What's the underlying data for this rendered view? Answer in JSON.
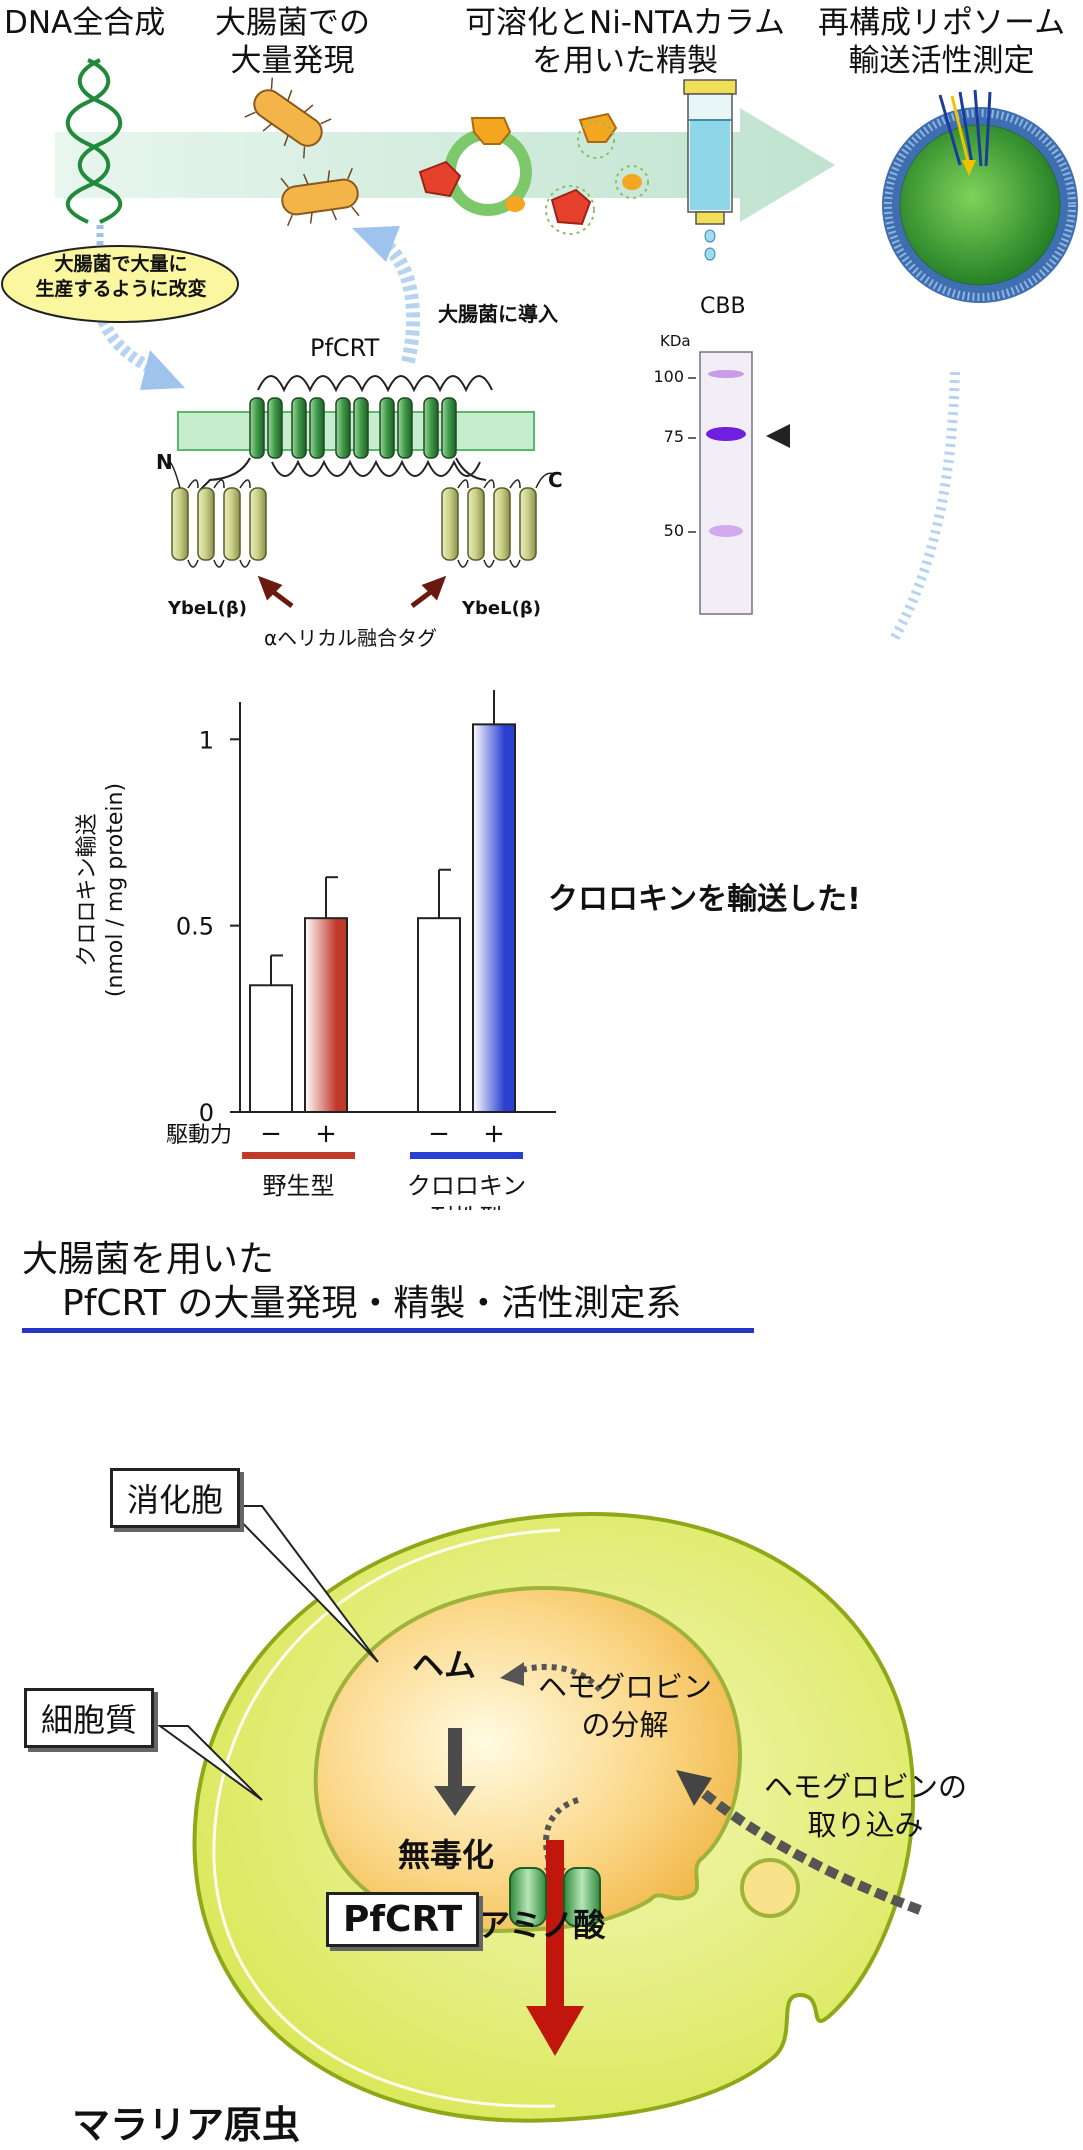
{
  "pipeline": {
    "steps": [
      "DNA全合成",
      "大腸菌での\n大量発現",
      "可溶化とNi-NTAカラム\nを用いた精製",
      "再構成リポソーム\n輸送活性測定"
    ],
    "modify_bubble": "大腸菌で大量に\n生産するように改変",
    "introduce_label": "大腸菌に導入",
    "protein_name": "PfCRT",
    "n_label": "N",
    "c_label": "C",
    "tag_left": "YbeL(β)",
    "tag_right": "YbeL(β)",
    "tag_caption": "αヘリカル融合タグ"
  },
  "gel": {
    "title": "CBB",
    "unit": "KDa",
    "markers": [
      "100",
      "75",
      "50"
    ]
  },
  "result_text": "クロロキンを輸送した!",
  "chart_data": {
    "type": "bar",
    "ylabel": "クロロキン輸送\n(nmol / mg protein)",
    "yticks": [
      "0",
      "0.5",
      "1"
    ],
    "ylim": [
      0,
      1.1
    ],
    "driving_force_label": "駆動力",
    "groups": [
      {
        "name": "野生型",
        "color": "#c0392b",
        "bars": [
          {
            "sign": "−",
            "value": 0.34,
            "err": 0.08
          },
          {
            "sign": "+",
            "value": 0.52,
            "err": 0.11
          }
        ]
      },
      {
        "name": "クロロキン\n耐性型",
        "color": "#2b3fd0",
        "bars": [
          {
            "sign": "−",
            "value": 0.52,
            "err": 0.13
          },
          {
            "sign": "+",
            "value": 1.04,
            "err": 0.13
          }
        ]
      }
    ]
  },
  "section_title": {
    "line1": "大腸菌を用いた",
    "line2": "PfCRT の大量発現・精製・活性測定系"
  },
  "parasite": {
    "digestive_vacuole": "消化胞",
    "cytoplasm": "細胞質",
    "heme": "ヘム",
    "detox": "無毒化",
    "hemoglobin_digest": "ヘモグロビン\nの分解",
    "amino_acid": "アミノ酸",
    "uptake": "ヘモグロビンの\n取り込み",
    "transporter": "PfCRT",
    "organism": "マラリア原虫"
  },
  "colors": {
    "accent_blue": "#2636c9",
    "wildtype_red": "#b22222",
    "arrow_red": "#c0160c",
    "membrane_green": "#d6ec4a"
  }
}
